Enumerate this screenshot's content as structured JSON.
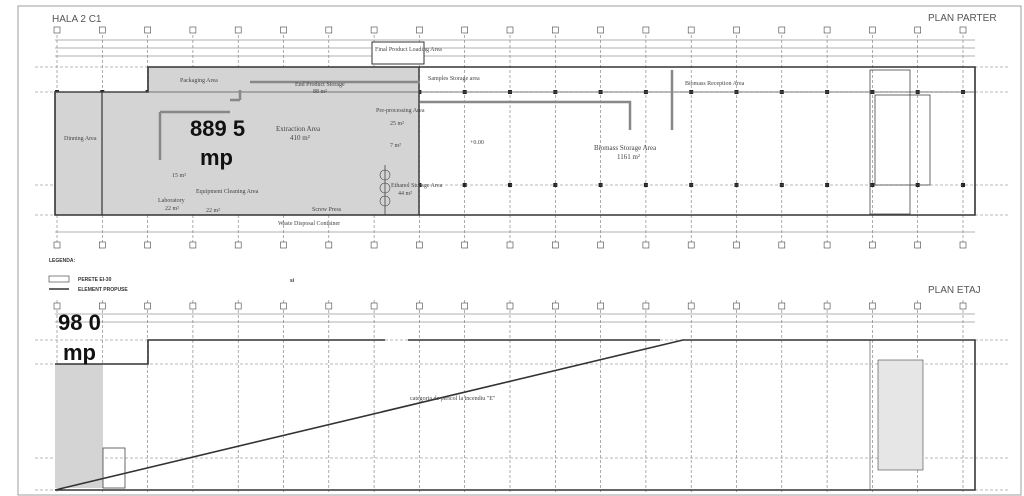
{
  "sheet": {
    "building_title": "HALA 2 C1",
    "ground_floor_title": "PLAN PARTER",
    "upper_floor_title": "PLAN ETAJ"
  },
  "ground_floor": {
    "area_value": "889 5",
    "area_unit": "mp",
    "rooms": {
      "packaging": "Packaging Area",
      "end_product": "End Product Storage",
      "end_product_area": "88 m²",
      "final_loading": "Final Product Loading Area",
      "samples": "Samples Storage area",
      "biomass_reception": "Biomass Reception Area",
      "extraction": "Extraction Area",
      "extraction_area": "410 m²",
      "preprocessing": "Pre-processing Area",
      "preprocessing_area": "25 m²",
      "small_room": "7 m²",
      "dining": "Dinning Area",
      "room15": "15 m²",
      "laboratory": "Laboratory",
      "laboratory_area": "22 m²",
      "cleaning": "Equipment Cleaning Area",
      "cleaning_area": "22 m²",
      "ethanol": "Ethanol Storage Area",
      "ethanol_area": "44 m²",
      "biomass_storage": "Biomass Storage Area",
      "biomass_storage_area": "1161 m²",
      "waste": "Waste Disposal Container",
      "screw_press": "Screw Press",
      "level": "+0.00"
    }
  },
  "legend": {
    "title": "LEGENDA:",
    "items": [
      "PERETE EI-30",
      "ELEMENT PROPUSE"
    ],
    "note": "si"
  },
  "upper_floor": {
    "area_value": "98 0",
    "area_unit": "mp",
    "fire_category": "categoria de pericol la incendiu \"E\""
  },
  "colors": {
    "shaded_area": "#d4d4d4",
    "lines": "#333333"
  }
}
